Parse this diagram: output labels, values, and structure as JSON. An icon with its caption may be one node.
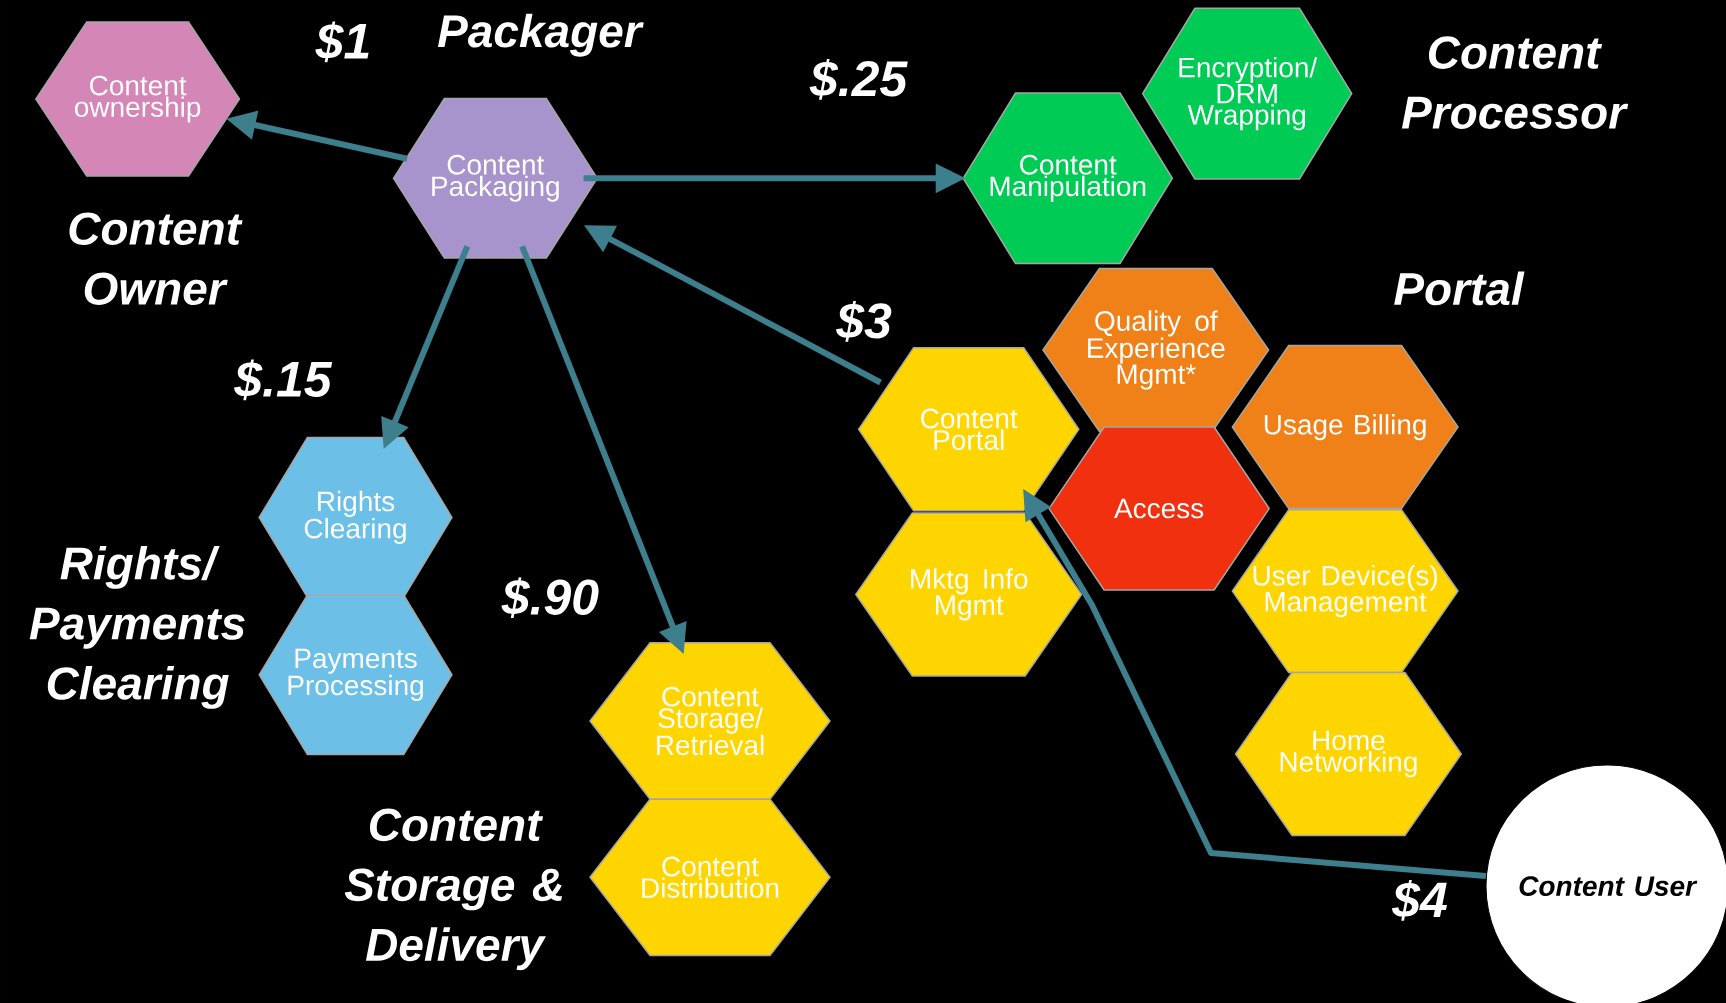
{
  "diagram": {
    "nodes": [
      {
        "text": [
          "Content ownership"
        ]
      },
      {
        "text": [
          "Content Packaging"
        ]
      },
      {
        "text": [
          "Content Manipulation"
        ]
      },
      {
        "text": [
          "Encryption/ DRM Wrapping"
        ]
      },
      {
        "text": [
          "Quality of Experience Mgmt*"
        ]
      },
      {
        "text": [
          "Content Portal"
        ]
      },
      {
        "text": [
          "Usage Billing"
        ]
      },
      {
        "text": [
          "Access"
        ]
      },
      {
        "text": [
          "Mktg Info Mgmt"
        ]
      },
      {
        "text": [
          "User Device(s) Management"
        ]
      },
      {
        "text": [
          "Home Networking"
        ]
      },
      {
        "text": [
          "Rights Clearing"
        ]
      },
      {
        "text": [
          "Payments Processing"
        ]
      },
      {
        "text": [
          "Content Storage/ Retrieval"
        ]
      },
      {
        "text": [
          "Content Distribution"
        ]
      },
      {
        "text": [
          "Content User"
        ]
      }
    ],
    "edges": [
      {
        "from": 1,
        "to": 0,
        "arrow": "to",
        "label": "$1"
      },
      {
        "from": 1,
        "to": 2,
        "arrow": "to",
        "label": "$.25"
      },
      {
        "from": 1,
        "to": 11,
        "arrow": "to",
        "label": "$.15"
      },
      {
        "from": 1,
        "to": 13,
        "arrow": "to",
        "label": "$.90"
      },
      {
        "from": 5,
        "to": 1,
        "arrow": "to",
        "label": "$3"
      },
      {
        "from": 15,
        "to": 5,
        "arrow": "to",
        "label": "$4"
      }
    ],
    "labels": [
      "Packager",
      "Content Processor",
      "Content Owner",
      "Portal",
      "Rights/ Payments Clearing",
      "Content Storage & Delivery"
    ]
  }
}
